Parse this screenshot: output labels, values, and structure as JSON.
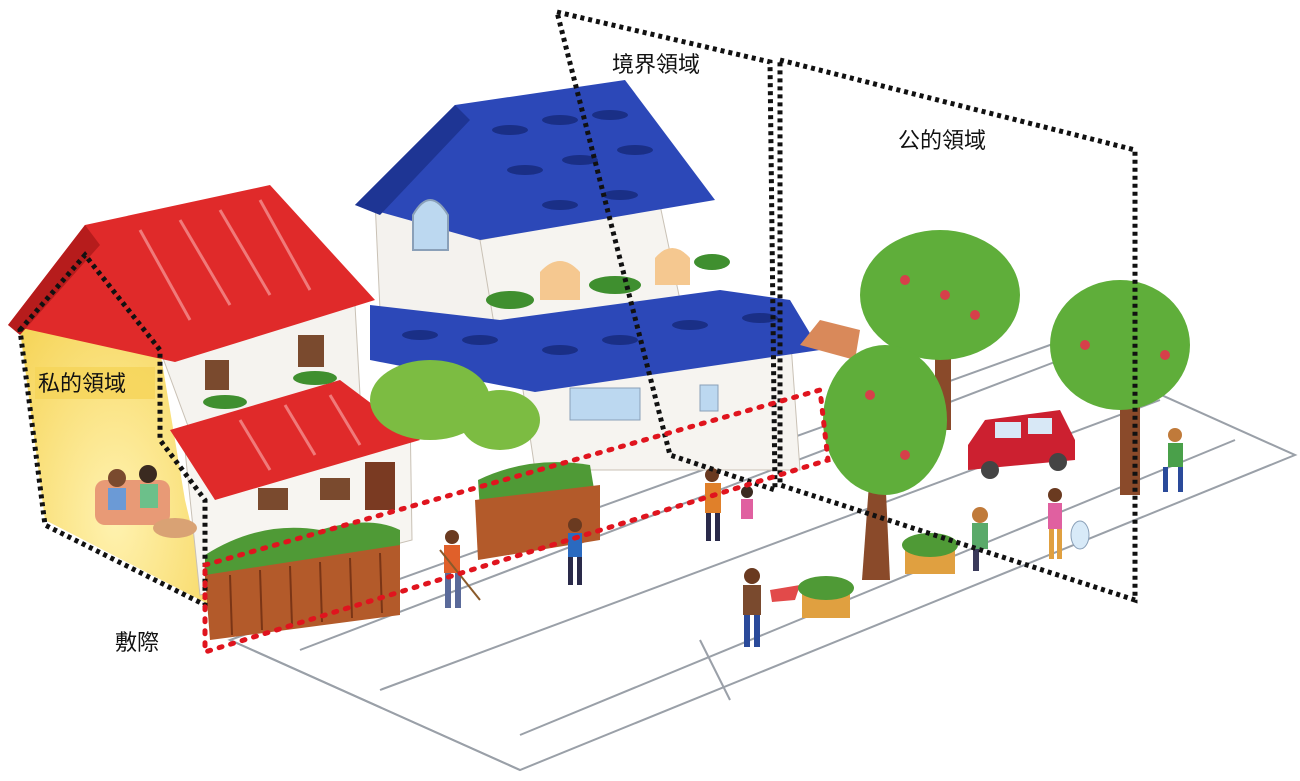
{
  "labels": {
    "private": "私的領域",
    "boundary": "境界領域",
    "public": "公的領域",
    "lot_edge": "敷際"
  },
  "colors": {
    "zone_outline": "#111111",
    "lot_edge_outline": "#e0141e",
    "red_roof": "#e02a2a",
    "blue_roof": "#2c48b8",
    "tree_green": "#5fae3a",
    "trunk": "#8a4a2a",
    "road_line": "#9aa0a8"
  }
}
